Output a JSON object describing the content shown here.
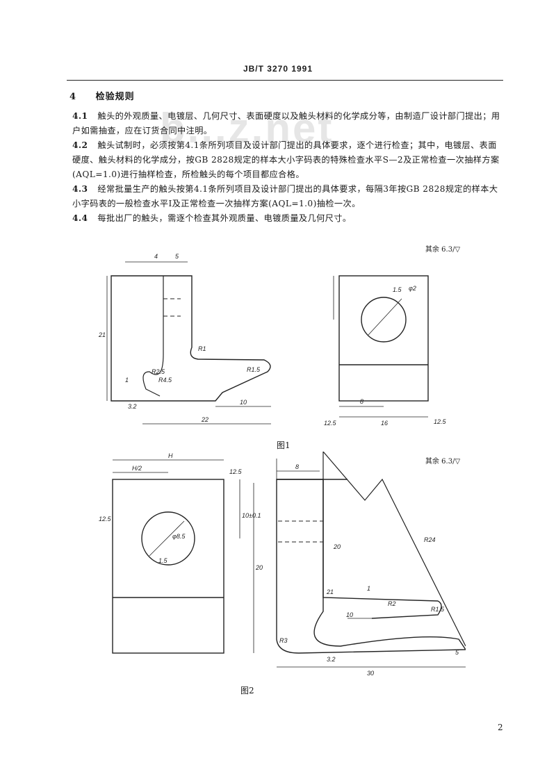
{
  "header": {
    "standard_code": "JB/T 3270   1991"
  },
  "watermark": "b...z.net",
  "section": {
    "number": "4",
    "title": "检验规则"
  },
  "paragraphs": [
    {
      "num": "4.1",
      "text": "触头的外观质量、电镀层、几何尺寸、表面硬度以及触头材料的化学成分等，由制造厂设计部门提出；用户如需抽查，应在订货合同中注明。"
    },
    {
      "num": "4.2",
      "text": "触头试制时，必须按第4.1条所列项目及设计部门提出的具体要求，逐个进行检查；其中，电镀层、表面硬度、触头材料的化学成分，按GB 2828规定的样本大小字码表的特殊检查水平S—2及正常检查一次抽样方案(AQL=1.0)进行抽样检查，所检触头的每个项目都应合格。"
    },
    {
      "num": "4.3",
      "text": "经常批量生产的触头按第4.1条所列项目及设计部门提出的具体要求，每隔3年按GB 2828规定的样本大小字码表的一般检查水平Ⅰ及正常检查一次抽样方案(AQL=1.0)抽检一次。"
    },
    {
      "num": "4.4",
      "text": "每批出厂的触头，需逐个检查其外观质量、电镀质量及几何尺寸。"
    }
  ],
  "figures": {
    "fig1_label": "图1",
    "fig2_label": "图2",
    "rest_roughness_1": "其余 6.3/▽",
    "rest_roughness_2": "其余 6.3/▽",
    "fig1_dims": [
      "4",
      "5",
      "21",
      "R1",
      "R1.5",
      "R4.5",
      "1",
      "3.2",
      "10",
      "22",
      "R2.5",
      "1.5",
      "φ2",
      "8",
      "12.5",
      "16",
      "12.5"
    ],
    "fig2_dims": [
      "H",
      "H/2",
      "12.5",
      "12.5",
      "10±0.1",
      "φ8.5",
      "1.5",
      "8",
      "20",
      "20",
      "R24",
      "21",
      "1",
      "R1.5",
      "R2",
      "10",
      "R3",
      "3.2",
      "30",
      "5"
    ]
  },
  "page_number": "2"
}
